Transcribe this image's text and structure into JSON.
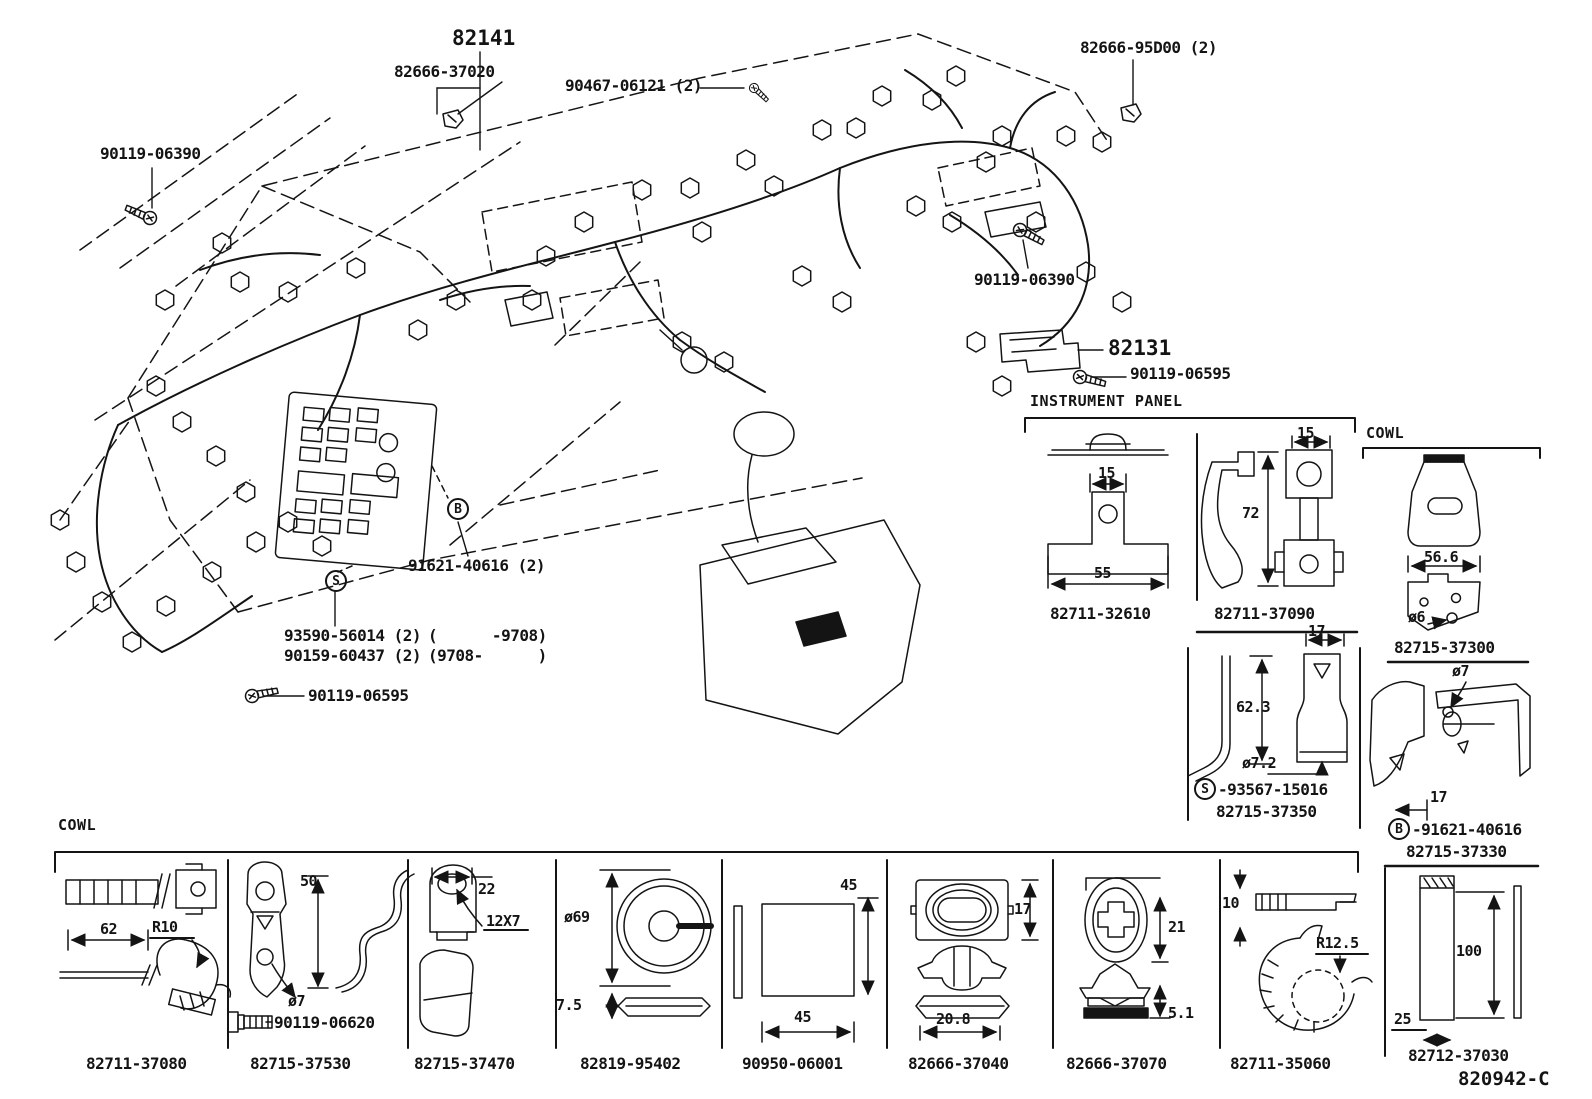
{
  "page": {
    "doc_code": "820942-C"
  },
  "main": {
    "labels": {
      "p82141": "82141",
      "p82666_37020": "82666-37020",
      "p90467_06121": "90467-06121 (2)",
      "p82666_95d00": "82666-95D00 (2)",
      "p90119_06390_a": "90119-06390",
      "p90119_06390_b": "90119-06390",
      "p82131": "82131",
      "p90119_06595_a": "90119-06595",
      "p90119_06595_b": "90119-06595",
      "p91621_40616": "91621-40616 (2)",
      "p93590_56014": "93590-56014 (2)",
      "p90159_60437": "90159-60437 (2)",
      "range_early": "(      -9708)",
      "range_late": "(9708-      )",
      "marker_b": "B",
      "marker_s": "S"
    }
  },
  "instrument_panel": {
    "title": "INSTRUMENT PANEL",
    "part1": {
      "number": "82711-32610",
      "dim_top": "15",
      "dim_width": "55"
    },
    "part2": {
      "number": "82711-37090",
      "dim_top": "15",
      "dim_height": "72"
    },
    "part3": {
      "number": "82715-37350",
      "dim_top": "17",
      "dim_height": "62.3",
      "dim_dia": "ø7.2",
      "marker": "S",
      "marker_part": "-93567-15016"
    }
  },
  "cowl_upper": {
    "title": "COWL",
    "part1": {
      "number": "82715-37300",
      "dim_width": "56.6",
      "dim_dia": "ø6"
    },
    "part2": {
      "number": "82715-37330",
      "dim_dia": "ø7",
      "dim_width": "17",
      "marker": "B",
      "marker_part": "-91621-40616"
    }
  },
  "cowl_bottom": {
    "title": "COWL",
    "parts": [
      {
        "number": "82711-37080",
        "dim1": "62",
        "dim2": "R10"
      },
      {
        "number": "82715-37530",
        "dim1": "50",
        "dim2": "ø7",
        "extra": "90119-06620"
      },
      {
        "number": "82715-37470",
        "dim1": "22",
        "dim2": "12X7"
      },
      {
        "number": "82819-95402",
        "dim1": "ø69",
        "dim2": "7.5"
      },
      {
        "number": "90950-06001",
        "dim1": "45",
        "dim2": "45"
      },
      {
        "number": "82666-37040",
        "dim1": "17",
        "dim2": "20.8"
      },
      {
        "number": "82666-37070",
        "dim1": "21",
        "dim2": "5.1"
      },
      {
        "number": "82711-35060",
        "dim1": "10",
        "dim2": "R12.5"
      },
      {
        "number": "82712-37030",
        "dim1": "100",
        "dim2": "25"
      }
    ]
  }
}
